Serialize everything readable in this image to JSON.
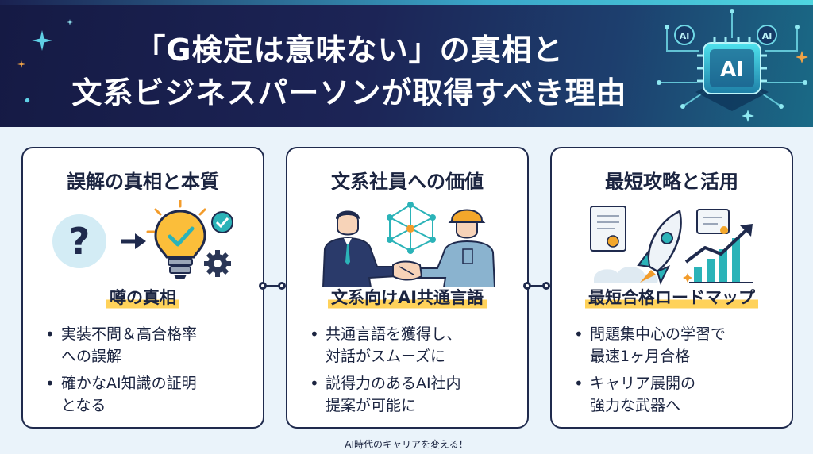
{
  "header": {
    "title_line1": "「G検定は意味ない」の真相と",
    "title_line2": "文系ビジネスパーソンが取得すべき理由",
    "ai_chip_label": "AI",
    "ai_node_label_left": "AI",
    "ai_node_label_right": "AI"
  },
  "cards": [
    {
      "title": "誤解の真相と本質",
      "subhead": "噂の真相",
      "art_glyph": "?",
      "bullets": [
        {
          "lines": [
            "実装不問＆高合格率",
            "への誤解"
          ]
        },
        {
          "lines": [
            "確かなAI知識の証明",
            "となる"
          ]
        }
      ]
    },
    {
      "title": "文系社員への価値",
      "subhead": "文系向けAI共通言語",
      "bullets": [
        {
          "lines": [
            "共通言語を獲得し、",
            "対話がスムーズに"
          ]
        },
        {
          "lines": [
            "説得力のあるAI社内",
            "提案が可能に"
          ]
        }
      ]
    },
    {
      "title": "最短攻略と活用",
      "subhead": "最短合格ロードマップ",
      "bullets": [
        {
          "lines": [
            "問題集中心の学習で",
            "最速1ヶ月合格"
          ]
        },
        {
          "lines": [
            "キャリア展開の",
            "強力な武器へ"
          ]
        }
      ]
    }
  ],
  "footer": {
    "tagline": "AI時代のキャリアを変える！"
  },
  "colors": {
    "header_dark": "#151a44",
    "header_teal": "#1a6a86",
    "card_border": "#1f2a4d",
    "highlight": "#ffd25a",
    "accent_teal": "#2bb3b8",
    "accent_orange": "#f39c2b",
    "background": "#eaf3fa"
  },
  "icons": [
    "question-icon",
    "arrow-right-icon",
    "lightbulb-icon",
    "gear-icon",
    "check-badge-icon",
    "handshake-icon",
    "network-icon",
    "rocket-icon",
    "certificate-icon",
    "growth-chart-icon",
    "ai-chip-icon"
  ]
}
